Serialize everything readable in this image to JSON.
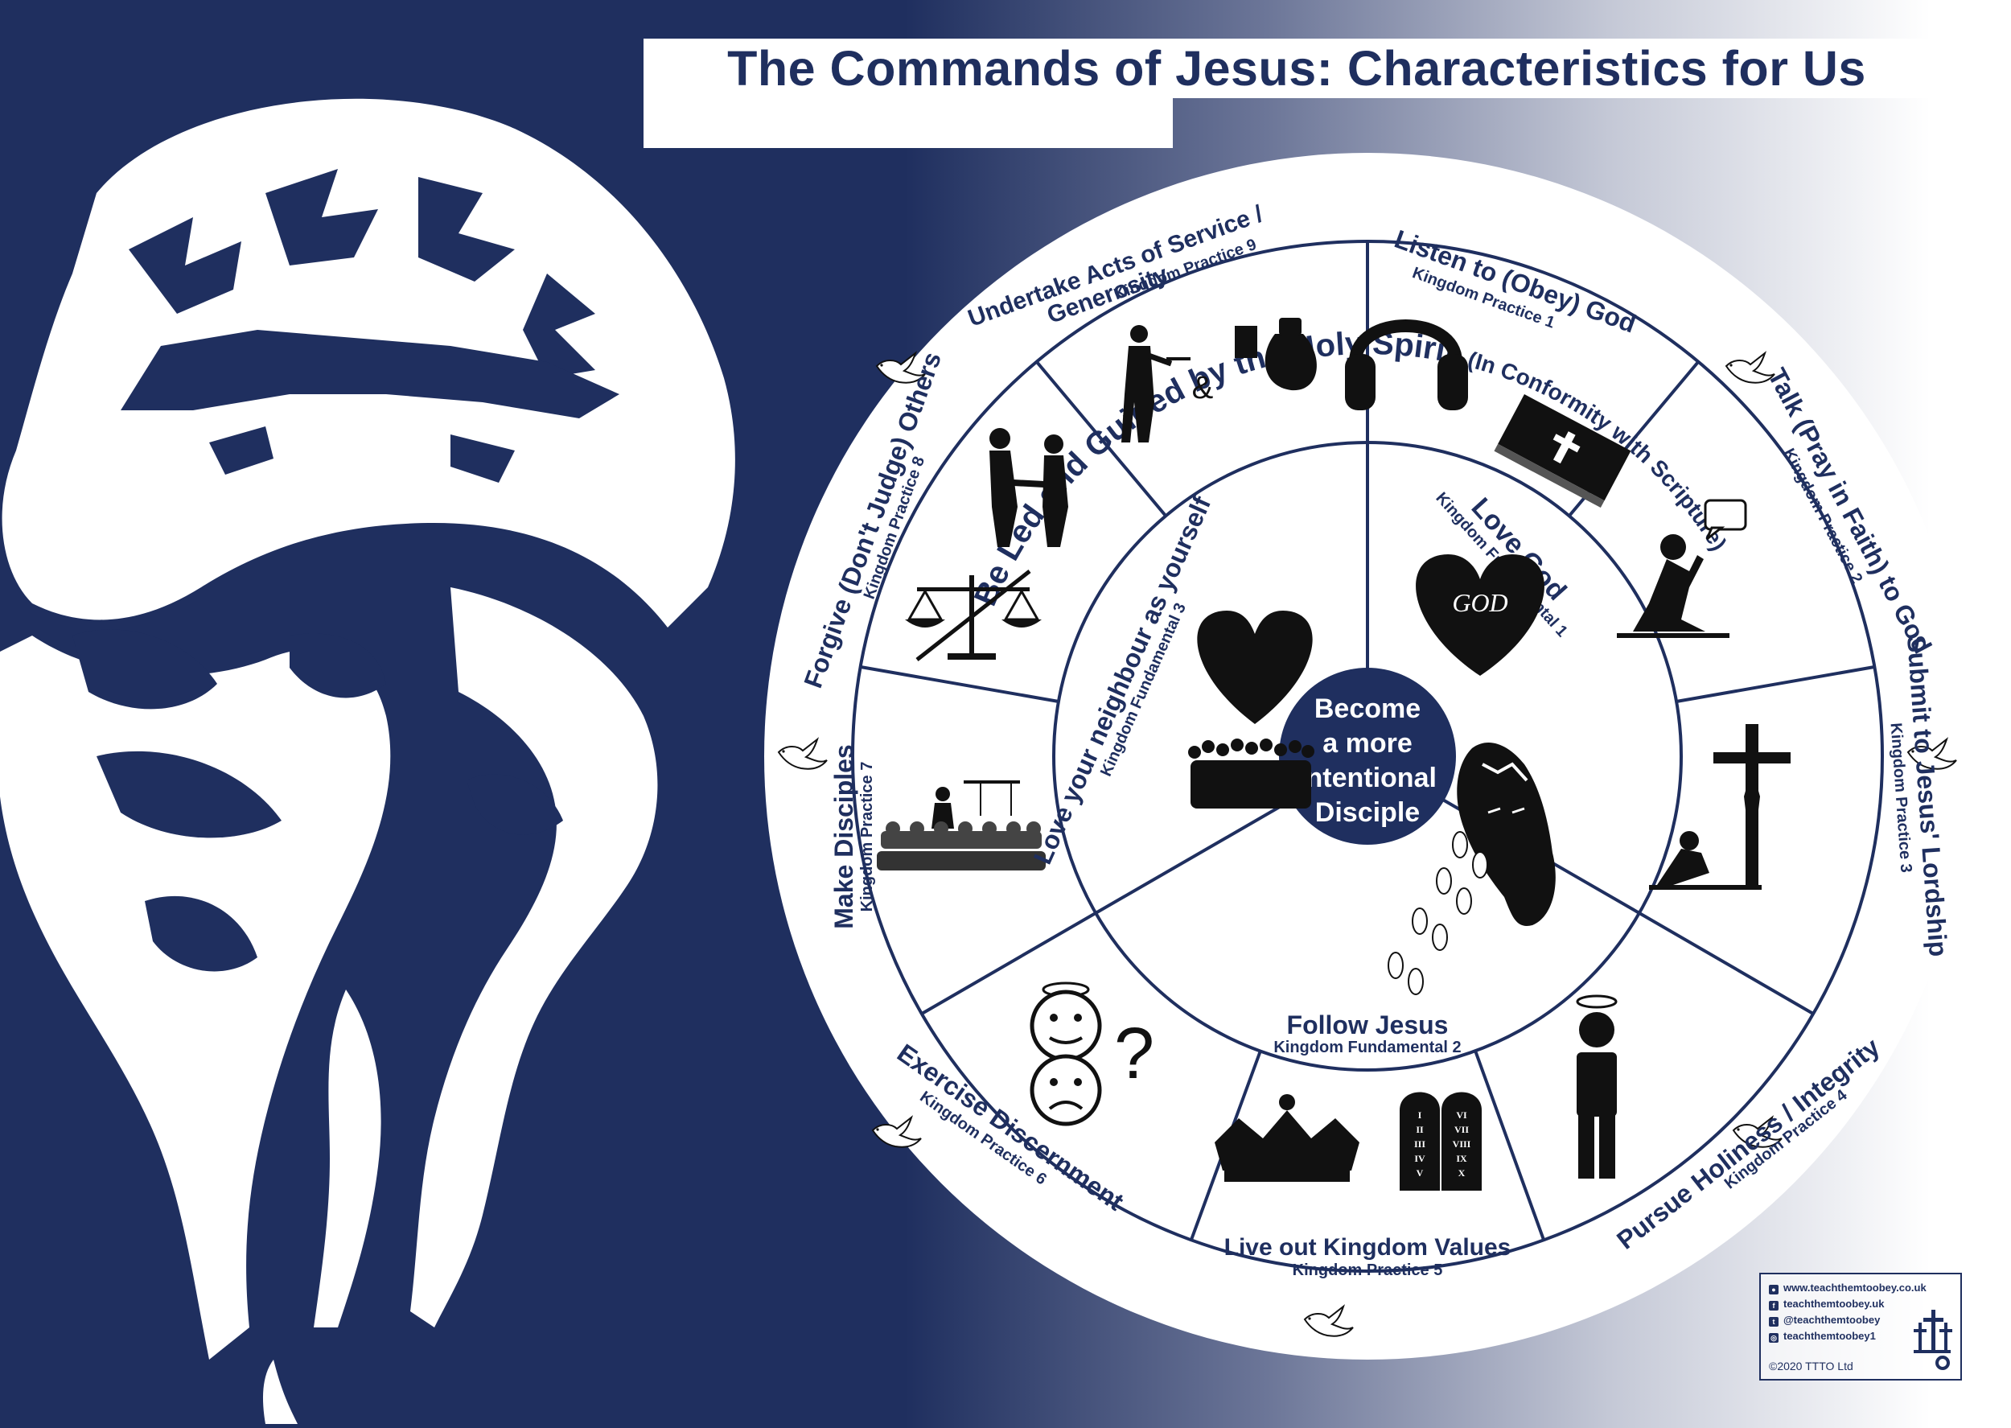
{
  "title": "The Commands of Jesus: Characteristics for Us",
  "colors": {
    "navy": "#1f2f5f",
    "white": "#ffffff",
    "black": "#111111"
  },
  "wheel": {
    "center": {
      "lines": [
        "Become",
        "a more",
        "Intentional",
        "Disciple"
      ]
    },
    "outer_ring": {
      "main": "Be Led and Guided by the Holy Spirit",
      "sub": "(In Conformity with Scripture)",
      "icon": "dove-icon"
    },
    "fundamentals": [
      {
        "title": "Love God",
        "sub": "Kingdom Fundamental 1",
        "icon": "heart-god-icon",
        "icon_text": "GOD"
      },
      {
        "title": "Follow Jesus",
        "sub": "Kingdom Fundamental 2",
        "icon": "jesus-footprints-icon"
      },
      {
        "title": "Love your neighbour as yourself",
        "sub": "Kingdom Fundamental 3",
        "icon": "heart-crowd-icon"
      }
    ],
    "practices": [
      {
        "title": "Listen to (Obey) God",
        "sub": "Kingdom Practice 1",
        "icon": "headphones-bible-icon"
      },
      {
        "title": "Talk (Pray in Faith) to God",
        "sub": "Kingdom Practice 2",
        "icon": "praying-person-icon"
      },
      {
        "title": "Submit to Jesus' Lordship",
        "sub": "Kingdom Practice 3",
        "icon": "cross-kneeling-icon"
      },
      {
        "title": "Pursue Holiness / Integrity",
        "sub": "Kingdom Practice 4",
        "icon": "halo-person-icon"
      },
      {
        "title": "Live out Kingdom Values",
        "sub": "Kingdom Practice 5",
        "icon": "crown-tablets-icon",
        "tablet_left": [
          "I",
          "II",
          "III",
          "IV",
          "V"
        ],
        "tablet_right": [
          "VI",
          "VII",
          "VIII",
          "IX",
          "X"
        ]
      },
      {
        "title": "Exercise Discernment",
        "sub": "Kingdom Practice 6",
        "icon": "faces-question-icon",
        "icon_text": "?"
      },
      {
        "title": "Make Disciples",
        "sub": "Kingdom Practice 7",
        "icon": "teaching-class-icon"
      },
      {
        "title": "Forgive (Don't Judge) Others",
        "sub": "Kingdom Practice 8",
        "icon": "handshake-scales-icon"
      },
      {
        "title": "Undertake Acts of Service /",
        "title2": "Generosity",
        "sub": "Kingdom Practice 9",
        "icon": "waiter-moneybag-icon",
        "icon_text": "&"
      }
    ]
  },
  "info": {
    "website": "www.teachthemtoobey.co.uk",
    "facebook": "teachthemtoobey.uk",
    "twitter": "@teachthemtoobey",
    "instagram": "teachthemtoobey1",
    "copyright": "©2020 TTTO Ltd"
  }
}
